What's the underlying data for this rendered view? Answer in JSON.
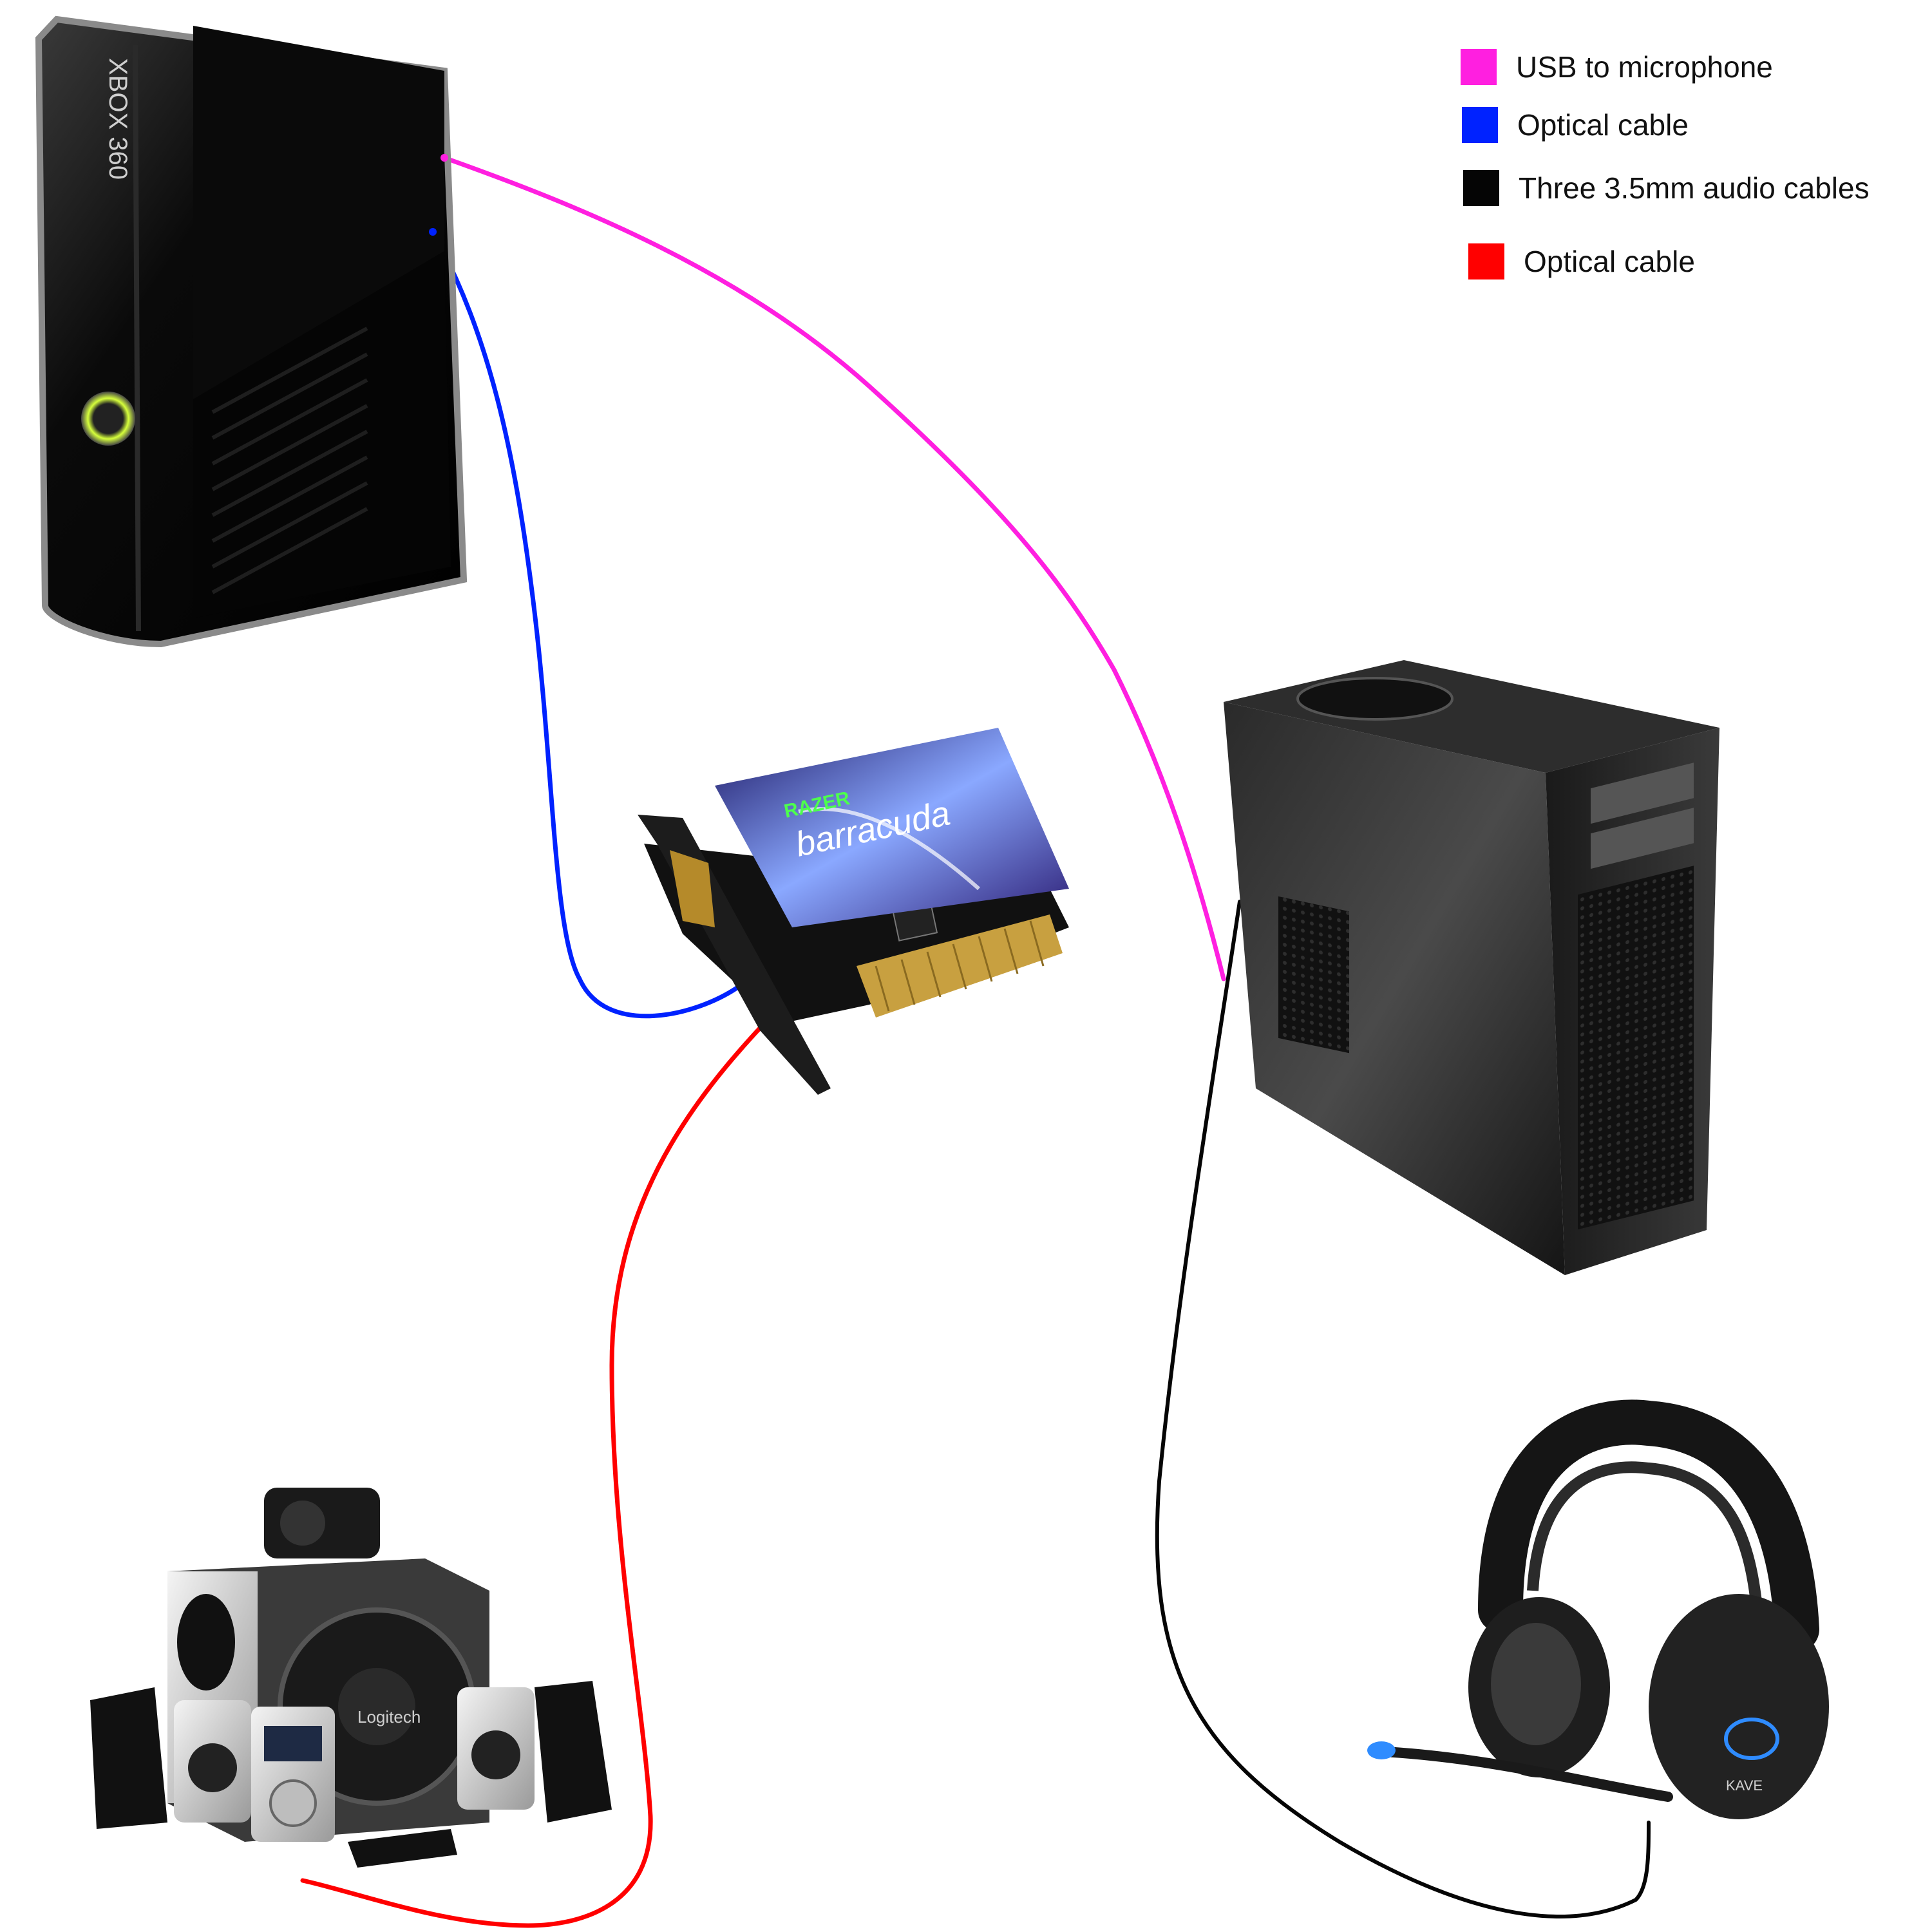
{
  "legend": {
    "items": [
      {
        "label": "USB to microphone",
        "color": "#ff1fe0"
      },
      {
        "label": "Optical cable",
        "color": "#0022ff"
      },
      {
        "label": "Three 3.5mm audio cables",
        "color": "#050505"
      },
      {
        "label": "Optical cable",
        "color": "#ff0000"
      }
    ]
  },
  "devices": {
    "console": {
      "text": "XBOX 360",
      "icon": "xbox-360-console"
    },
    "sound_card": {
      "brand_text": "RAZER",
      "product_text": "barracuda",
      "icon": "sound-card"
    },
    "pc": {
      "icon": "pc-tower"
    },
    "speakers": {
      "brand_text": "Logitech",
      "icon": "speaker-system"
    },
    "headset": {
      "brand_text": "KAVE",
      "icon": "gaming-headset"
    }
  },
  "colors": {
    "usb": "#ff1fe0",
    "optical_blue": "#0022ff",
    "audio_black": "#050505",
    "optical_red": "#ff0000"
  }
}
